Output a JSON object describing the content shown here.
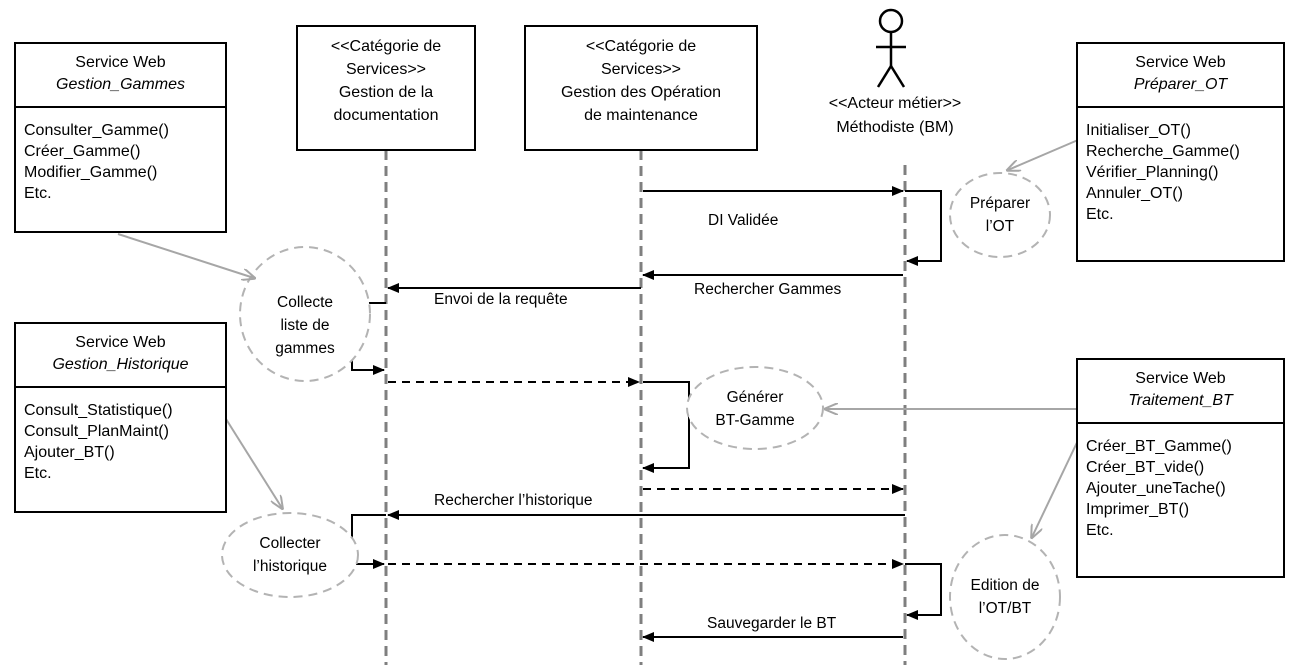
{
  "services": [
    {
      "id": "gestion-gammes",
      "line1": "Service Web",
      "line2": "Gestion_Gammes",
      "ops": [
        "Consulter_Gamme()",
        "Créer_Gamme()",
        "Modifier_Gamme()",
        "Etc."
      ]
    },
    {
      "id": "gestion-historique",
      "line1": "Service Web",
      "line2": "Gestion_Historique",
      "ops": [
        "Consult_Statistique()",
        "Consult_PlanMaint()",
        "Ajouter_BT()",
        "Etc."
      ]
    },
    {
      "id": "preparer-ot",
      "line1": "Service Web",
      "line2": "Préparer_OT",
      "ops": [
        "Initialiser_OT()",
        "Recherche_Gamme()",
        "Vérifier_Planning()",
        "Annuler_OT()",
        "Etc."
      ]
    },
    {
      "id": "traitement-bt",
      "line1": "Service Web",
      "line2": "Traitement_BT",
      "ops": [
        "Créer_BT_Gamme()",
        "Créer_BT_vide()",
        "Ajouter_uneTache()",
        "Imprimer_BT()",
        "Etc."
      ]
    }
  ],
  "categories": [
    {
      "id": "documentation",
      "lines": [
        "<<Catégorie de",
        "Services>>",
        "Gestion de la",
        "documentation"
      ]
    },
    {
      "id": "operations",
      "lines": [
        "<<Catégorie de",
        "Services>>",
        "Gestion des Opération",
        "de maintenance"
      ]
    }
  ],
  "actor": {
    "stereotype": "<<Acteur métier>>",
    "name": "Méthodiste (BM)"
  },
  "messages": {
    "di_validee": "DI Validée",
    "rechercher_gammes": "Rechercher Gammes",
    "envoi_requete": "Envoi de la requête",
    "rechercher_historique": "Rechercher l’historique",
    "sauvegarder_bt": "Sauvegarder le BT"
  },
  "activities": {
    "preparer_ot": [
      "Préparer",
      "l’OT"
    ],
    "collecte_gammes": [
      "Collecte",
      "liste de",
      "gammes"
    ],
    "generer_bt": [
      "Générer",
      "BT-Gamme"
    ],
    "collecter_historique": [
      "Collecter",
      "l’historique"
    ],
    "edition_ot_bt": [
      "Edition de",
      "l’OT/BT"
    ]
  }
}
